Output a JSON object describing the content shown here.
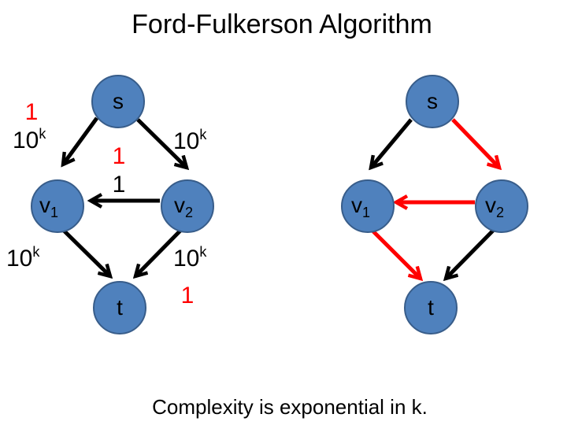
{
  "title": "Ford-Fulkerson Algorithm",
  "caption": "Complexity is exponential in k.",
  "colors": {
    "node_fill": "#4f81bd",
    "node_stroke": "#385d8a",
    "edge_black": "#000000",
    "edge_red": "#ff0000",
    "label_red": "#ff0000",
    "label_black": "#000000"
  },
  "left_graph": {
    "nodes": {
      "s": "s",
      "v1": "v",
      "v1_sub": "1",
      "v2": "v",
      "v2_sub": "2",
      "t": "t"
    },
    "labels": {
      "s_v1_flow": "1",
      "s_v1_cap": "10",
      "s_v1_cap_sup": "k",
      "v2_v1_flow": "1",
      "v2_v1_cap": "1",
      "s_v2_cap": "10",
      "s_v2_cap_sup": "k",
      "v1_t_cap": "10",
      "v1_t_cap_sup": "k",
      "v2_t_cap": "10",
      "v2_t_cap_sup": "k",
      "v2_t_flow": "1"
    }
  },
  "right_graph": {
    "nodes": {
      "s": "s",
      "v1": "v",
      "v1_sub": "1",
      "v2": "v",
      "v2_sub": "2",
      "t": "t"
    }
  }
}
